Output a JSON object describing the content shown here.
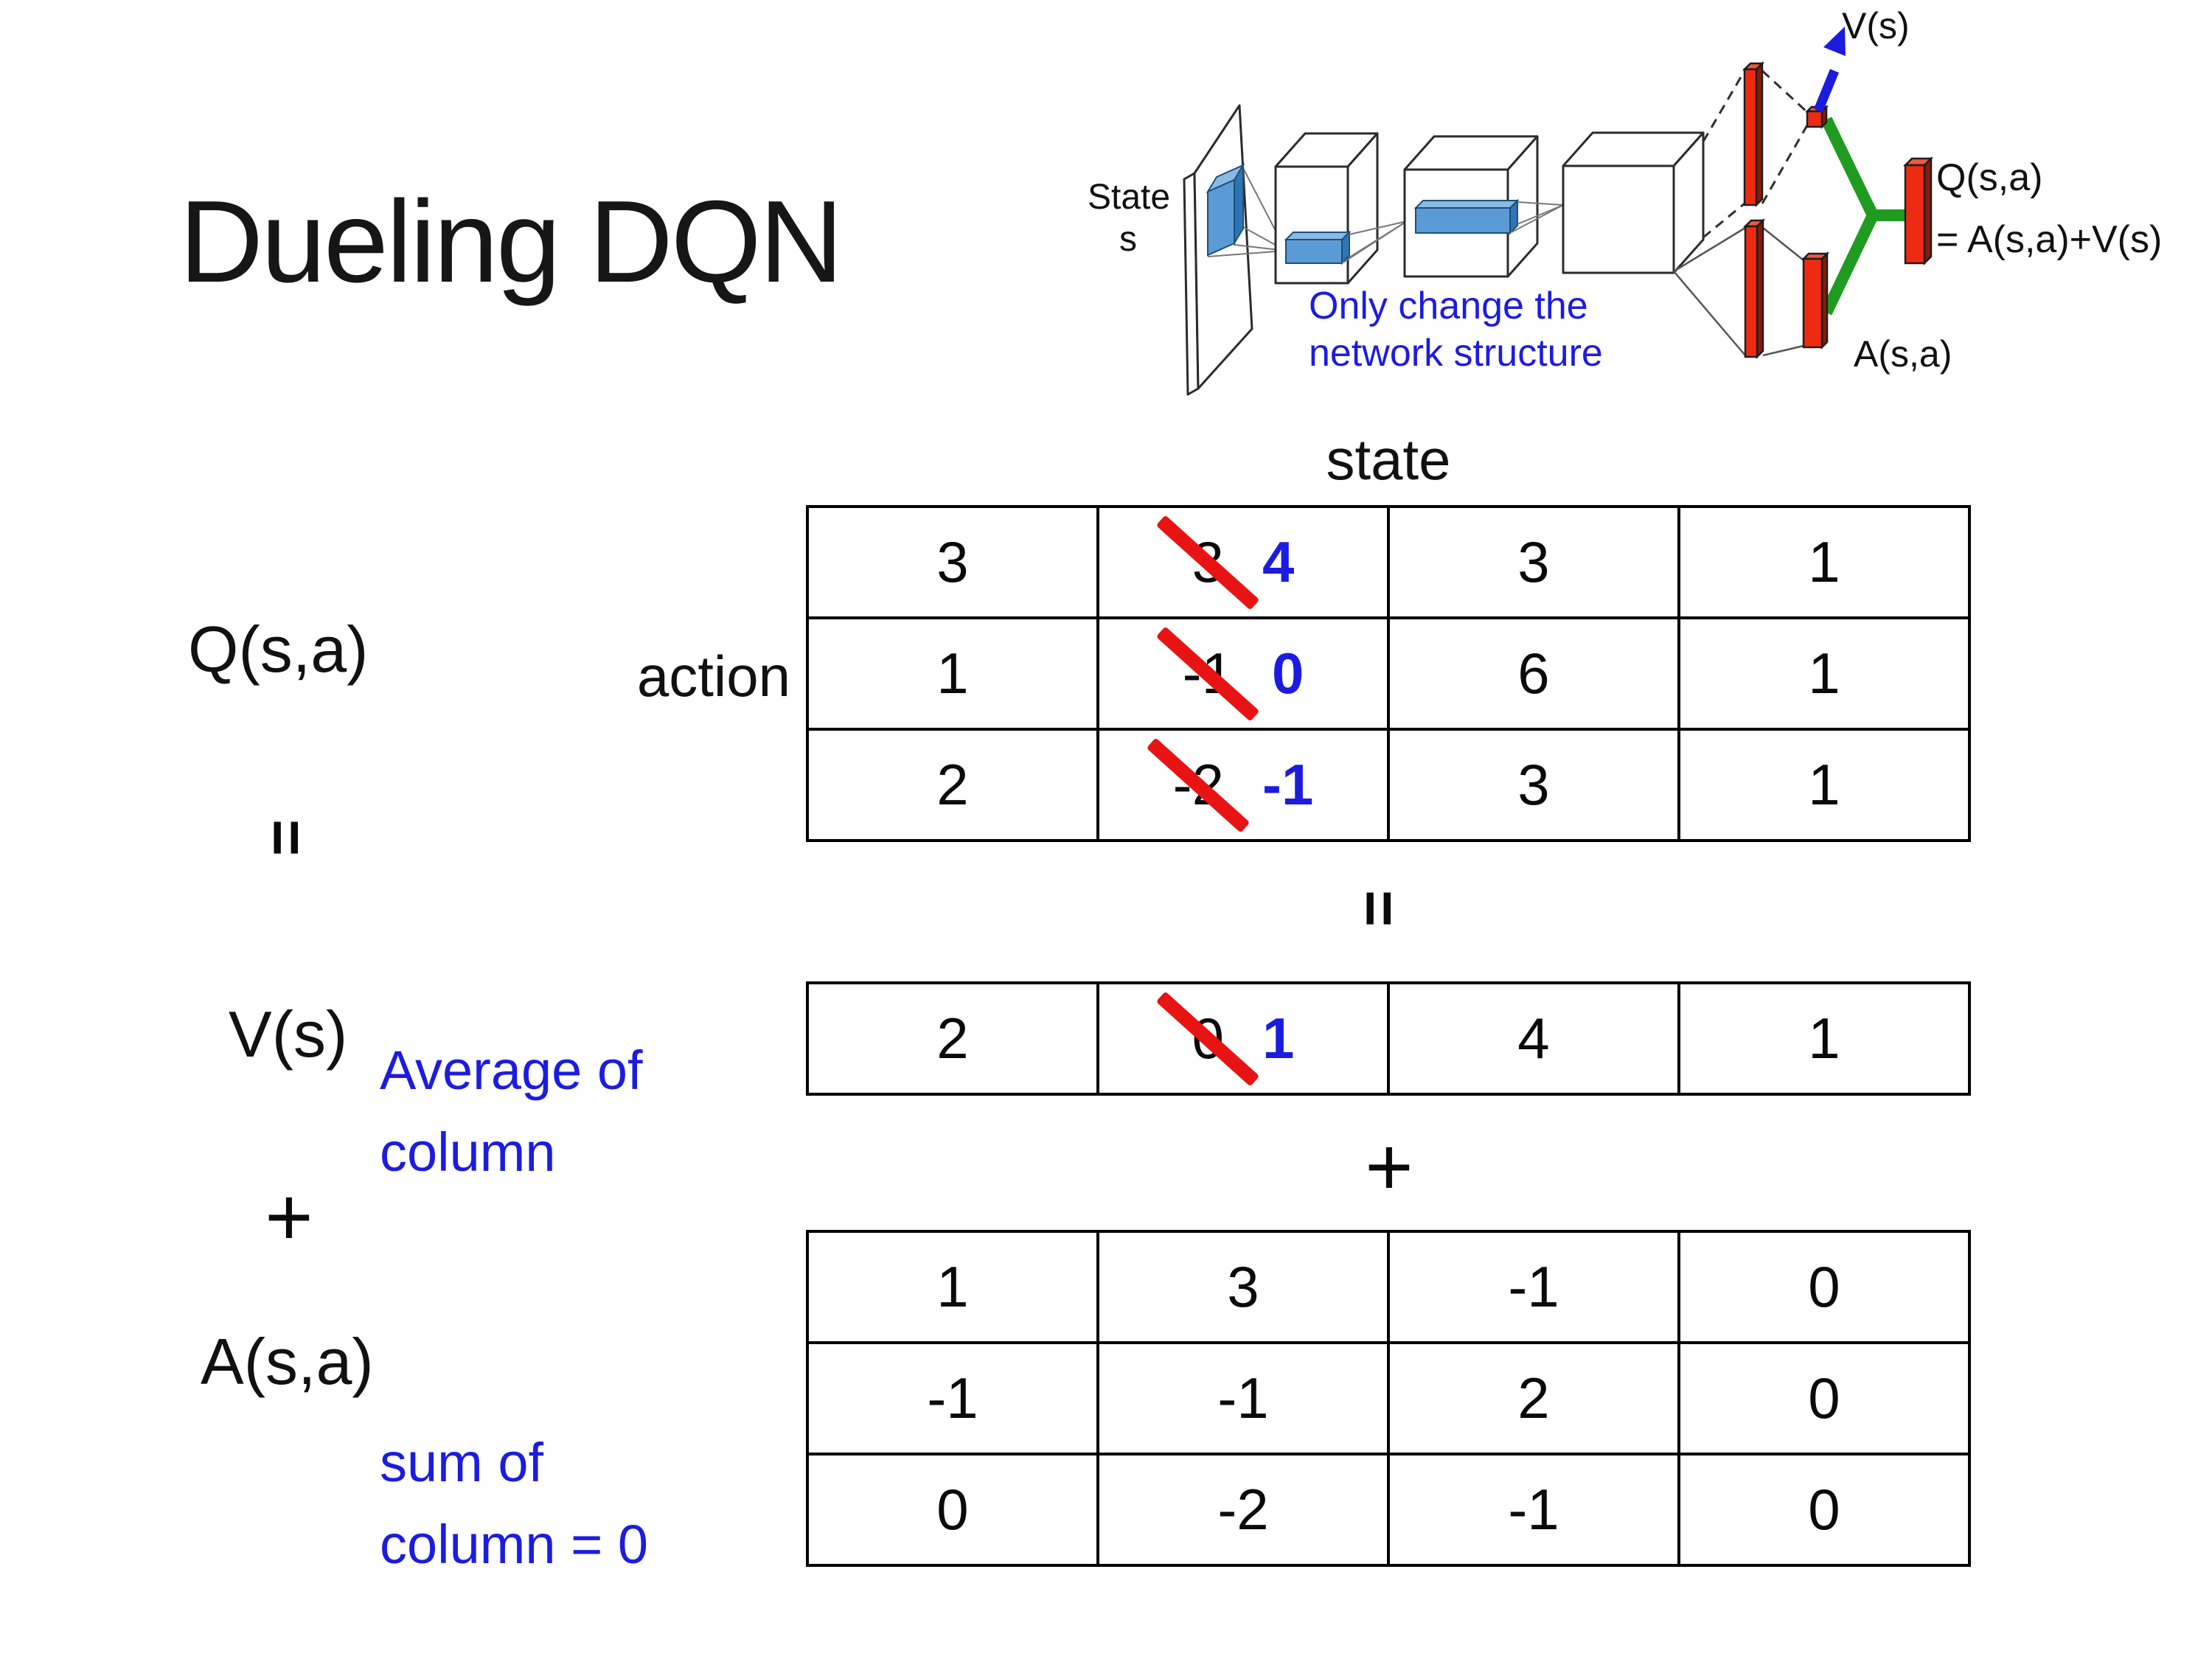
{
  "title": "Dueling DQN",
  "colors": {
    "blue": "#1c1ce0",
    "red": "#e81414",
    "green": "#1f9c1f",
    "red_front": "#ee2b12",
    "red_top": "#f4573f",
    "red_side": "#8a1a08",
    "box_blue": "#5b9bd5",
    "box_blue_top": "#8ab9e4",
    "box_blue_side": "#2e75b6"
  },
  "diagram": {
    "state_label": "State",
    "state_sub": "s",
    "note_line1": "Only change the",
    "note_line2": "network structure",
    "vs_label": "V(s)",
    "as_label": "A(s,a)",
    "q_label_line1": "Q(s,a)",
    "q_label_line2": "= A(s,a)+V(s)"
  },
  "equation": {
    "q": "Q(s,a)",
    "equals": "=",
    "v": "V(s)",
    "plus": "+",
    "a": "A(s,a)",
    "action": "action",
    "state": "state",
    "avg_note_line1": "Average of",
    "avg_note_line2": "column",
    "sum_note_line1": "sum of",
    "sum_note_line2": "column = 0"
  },
  "q_table": {
    "rows": [
      [
        {
          "v": "3"
        },
        {
          "old": "3",
          "new": "4"
        },
        {
          "v": "3"
        },
        {
          "v": "1"
        }
      ],
      [
        {
          "v": "1"
        },
        {
          "old": "-1",
          "new": "0"
        },
        {
          "v": "6"
        },
        {
          "v": "1"
        }
      ],
      [
        {
          "v": "2"
        },
        {
          "old": "-2",
          "new": "-1"
        },
        {
          "v": "3"
        },
        {
          "v": "1"
        }
      ]
    ]
  },
  "v_table": {
    "rows": [
      [
        {
          "v": "2"
        },
        {
          "old": "0",
          "new": "1"
        },
        {
          "v": "4"
        },
        {
          "v": "1"
        }
      ]
    ]
  },
  "a_table": {
    "rows": [
      [
        {
          "v": "1"
        },
        {
          "v": "3"
        },
        {
          "v": "-1"
        },
        {
          "v": "0"
        }
      ],
      [
        {
          "v": "-1"
        },
        {
          "v": "-1"
        },
        {
          "v": "2"
        },
        {
          "v": "0"
        }
      ],
      [
        {
          "v": "0"
        },
        {
          "v": "-2"
        },
        {
          "v": "-1"
        },
        {
          "v": "0"
        }
      ]
    ]
  }
}
